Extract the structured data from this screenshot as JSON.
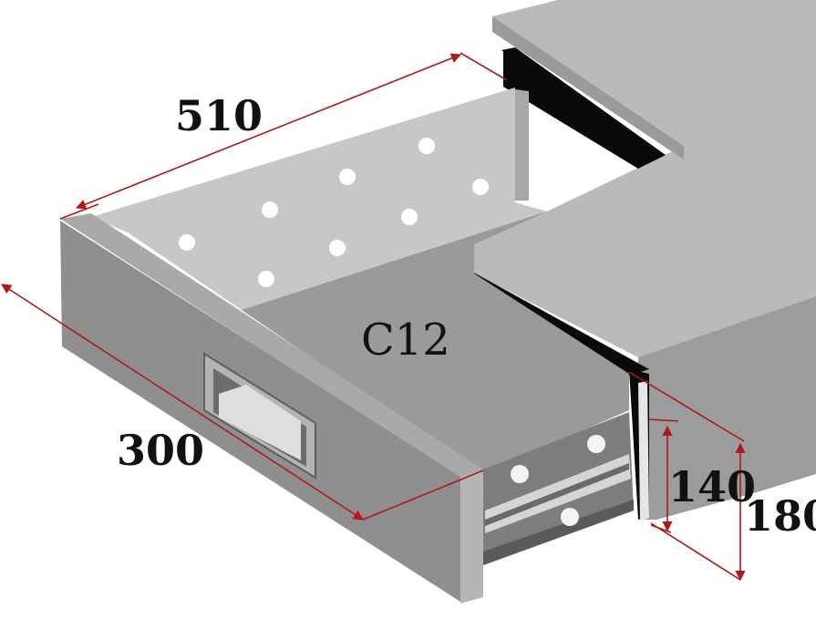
{
  "model_label": "C12",
  "dimensions": {
    "depth": "510",
    "width": "300",
    "front_height": "140",
    "total_height": "180"
  },
  "colors": {
    "dimension_line": "#b01818",
    "metal_light": "#bdbdbd",
    "metal_mid": "#9e9e9e",
    "metal_dark": "#7a7a7a",
    "slot": "#0a0a0a",
    "label": "#111111"
  }
}
